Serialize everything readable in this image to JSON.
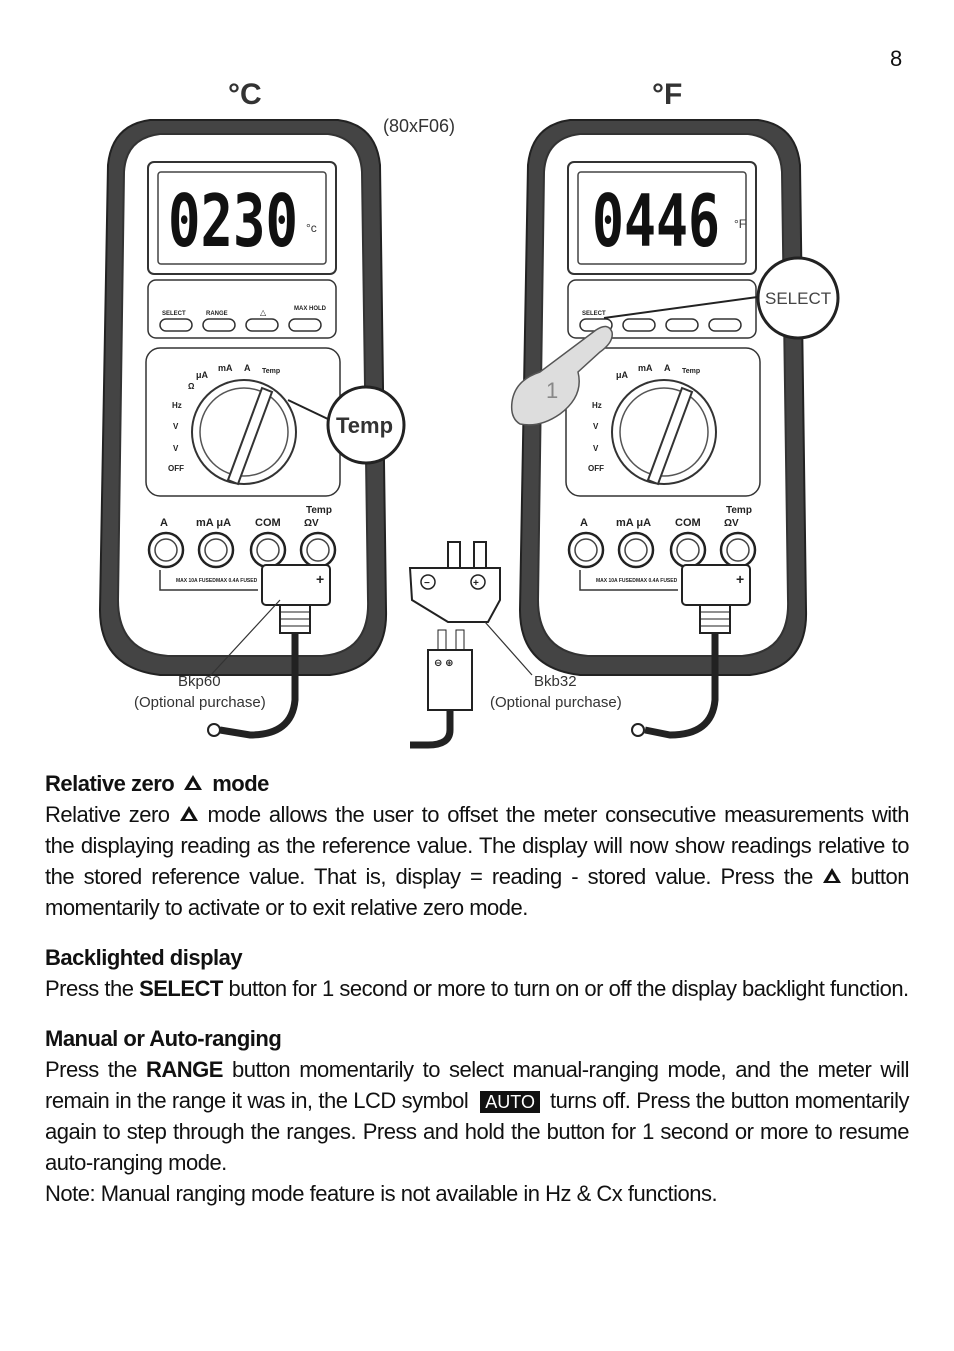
{
  "page": {
    "number": "8"
  },
  "figure": {
    "left_meter": {
      "unit_label": "°C",
      "model_label": "(80xF06)",
      "lcd_value": "0230",
      "lcd_unit": "°c",
      "button_labels": [
        "SELECT",
        "RANGE",
        "△",
        "MAX HOLD"
      ],
      "callout": "Temp",
      "accessory_name": "Bkp60",
      "accessory_note": "(Optional purchase)"
    },
    "right_meter": {
      "unit_label": "°F",
      "lcd_value": "0446",
      "lcd_unit": "°F",
      "callout": "SELECT",
      "finger_number": "1"
    },
    "dial_labels": [
      "μA",
      "mA",
      "A",
      "Temp",
      "Ω",
      "Hz",
      "V",
      "V",
      "OFF"
    ],
    "jack_labels": [
      "A",
      "mA μA",
      "COM",
      "ΩV"
    ],
    "jack_top_labels": [
      "Temp"
    ],
    "fuse_labels": [
      "MAX 10A FUSED",
      "MAX 0.4A FUSED"
    ],
    "adapter_name": "Bkb32",
    "adapter_note": "(Optional purchase)"
  },
  "sections": {
    "relative_zero": {
      "title_a": "Relative zero",
      "title_b": "mode",
      "body_a": "Relative zero",
      "body_b": "mode allows the user to offset the meter consecutive measurements with the displaying reading as the reference value. The display will now show readings relative to the stored reference value. That is, display = reading - stored value. Press the",
      "body_c": "button momentarily to activate or to exit relative zero mode."
    },
    "backlight": {
      "title": "Backlighted display",
      "body_a": "Press the",
      "body_key": "SELECT",
      "body_b": "button for 1 second or more to turn on or off the display backlight function."
    },
    "ranging": {
      "title": "Manual or Auto-ranging",
      "body_a": "Press the",
      "body_key": "RANGE",
      "body_b": "button momentarily to select manual-ranging mode, and the meter will remain in the range it was in, the LCD symbol",
      "auto_symbol": "AUTO",
      "body_c": "turns off. Press the button momentarily again to step through the ranges. Press and hold the button for 1 second or more to resume auto-ranging mode.",
      "note": "Note: Manual ranging mode feature is not available in Hz & Cx functions."
    }
  }
}
